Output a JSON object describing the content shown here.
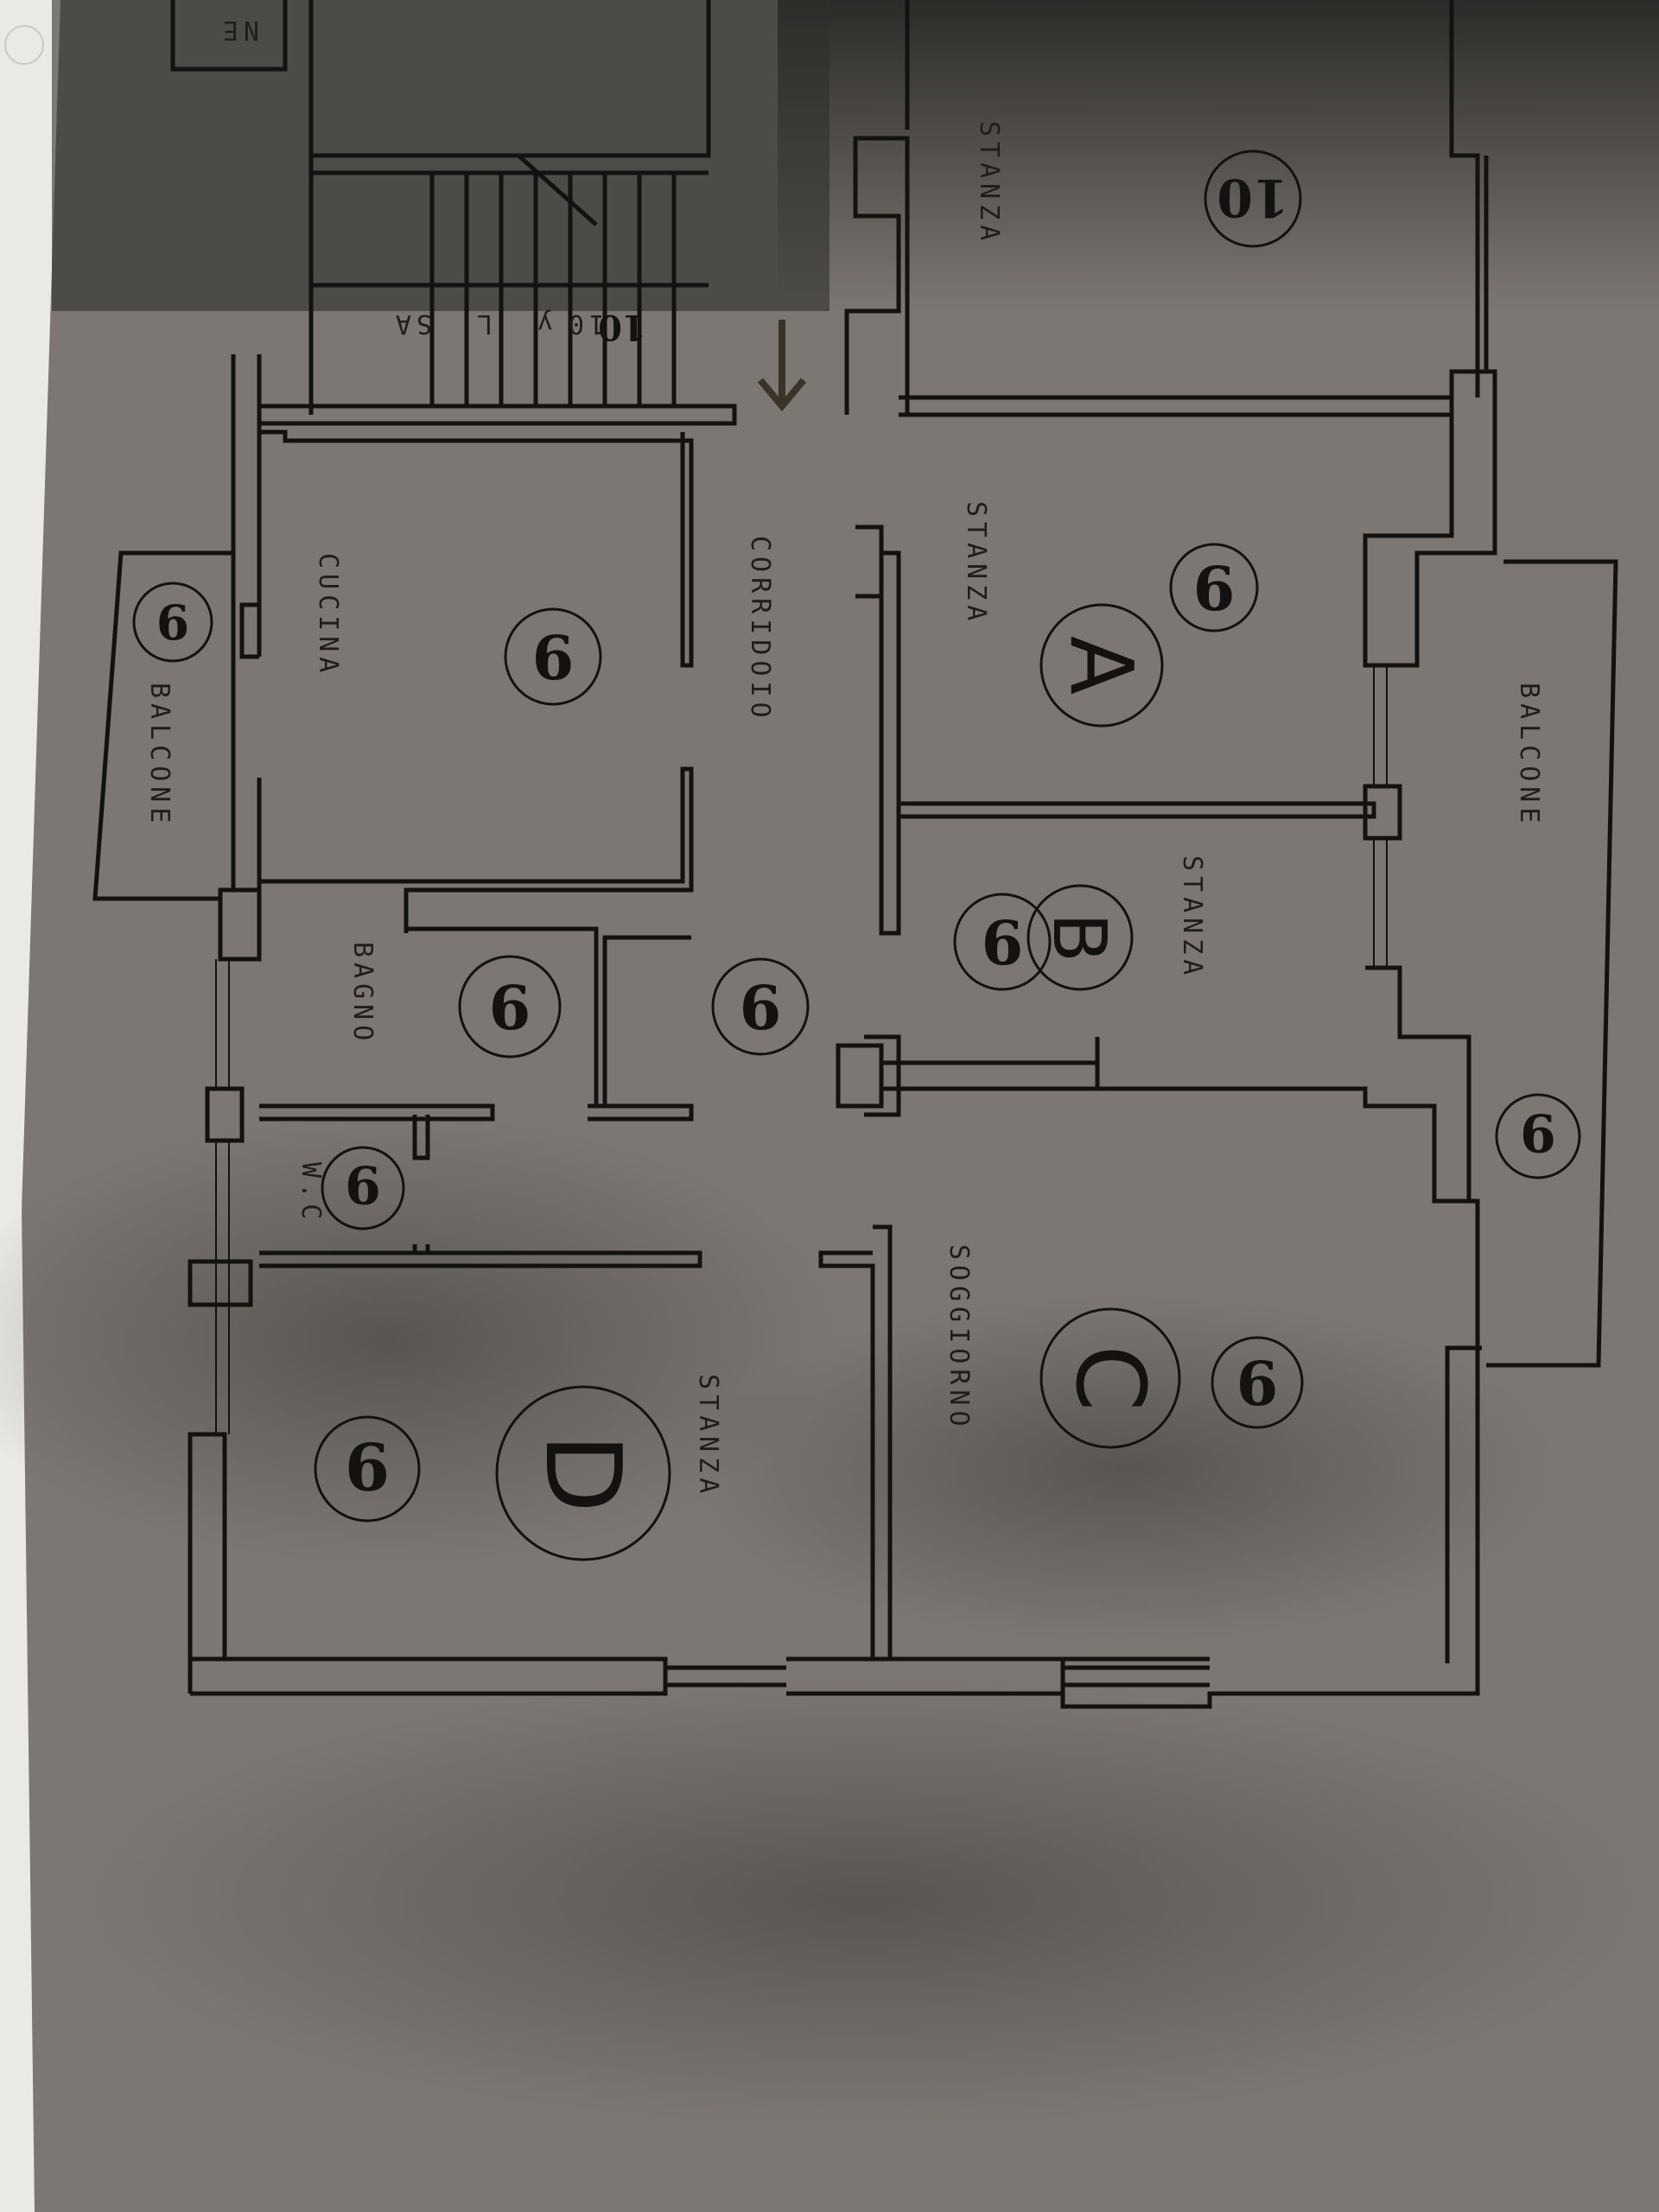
{
  "plan": {
    "rooms": [
      {
        "id": "stanza-a",
        "label": "STANZA",
        "letter": "A",
        "number": "9"
      },
      {
        "id": "stanza-b",
        "label": "STANZA",
        "letter": "B",
        "number": "9"
      },
      {
        "id": "soggiorno-c",
        "label": "SOGGIORNO",
        "letter": "C",
        "number": "9"
      },
      {
        "id": "stanza-d",
        "label": "STANZA",
        "letter": "D",
        "number": "9"
      },
      {
        "id": "cucina",
        "label": "CUCINA",
        "number": "9"
      },
      {
        "id": "corridoio",
        "label": "CORRIDOIO",
        "number": "9"
      },
      {
        "id": "bagno",
        "label": "BAGNO",
        "number": "9"
      },
      {
        "id": "wc",
        "label": "W.C",
        "number": "9"
      },
      {
        "id": "stanza-10",
        "label": "STANZA",
        "number": "10"
      }
    ],
    "balconies": [
      {
        "id": "balcone-left",
        "label": "BALCONE",
        "number": "9"
      },
      {
        "id": "balcone-right",
        "label": "BALCONE",
        "number": "9"
      }
    ],
    "stair": {
      "marks": [
        "10",
        "y",
        "L",
        "SA"
      ]
    },
    "top_left_fragment": "NE"
  },
  "colors": {
    "paper": "#e9e9e6",
    "sheet": "#7c7772",
    "shadow": "#2b2a28",
    "ink": "#141210"
  }
}
